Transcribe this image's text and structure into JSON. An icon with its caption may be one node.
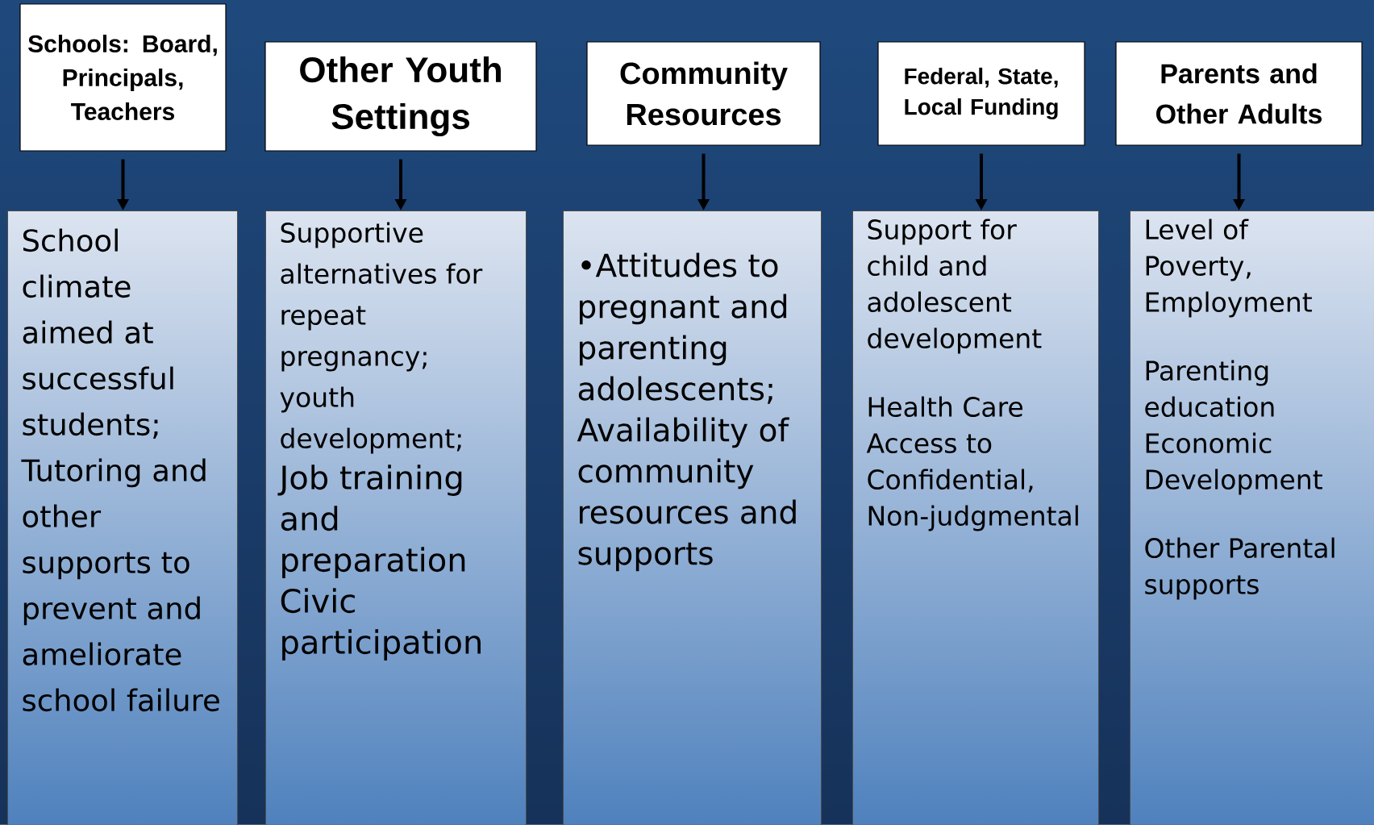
{
  "diagram": {
    "nodes": [
      {
        "text": [
          "Schools: Board, Principals, Teachers"
        ]
      },
      {
        "text": [
          "Other Youth Settings"
        ]
      },
      {
        "text": [
          "Community Resources"
        ]
      },
      {
        "text": [
          "Federal, State, Local Funding"
        ]
      },
      {
        "text": [
          "Parents and Other Adults"
        ]
      },
      {
        "text": [
          "School climate aimed at successful students; Tutoring and other supports to prevent and ameliorate school failure"
        ]
      },
      {
        "text": [
          "Supportive alternatives for repeat pregnancy; youth development;",
          "Job training and preparation",
          "Civic participation"
        ]
      },
      {
        "text": [
          "•Attitudes to pregnant and parenting adolescents; Availability of community resources and supports"
        ]
      },
      {
        "text": [
          "Support for child and adolescent development",
          "Health Care Access to Confidential, Non-judgmental"
        ]
      },
      {
        "text": [
          "Level of Poverty, Employment",
          "Parenting education Economic Development",
          "Other Parental supports"
        ]
      }
    ],
    "edges": [
      {
        "from": 0,
        "to": 5,
        "arrow": "to"
      },
      {
        "from": 1,
        "to": 6,
        "arrow": "to"
      },
      {
        "from": 2,
        "to": 7,
        "arrow": "to"
      },
      {
        "from": 3,
        "to": 8,
        "arrow": "to"
      },
      {
        "from": 4,
        "to": 9,
        "arrow": "to"
      }
    ]
  }
}
